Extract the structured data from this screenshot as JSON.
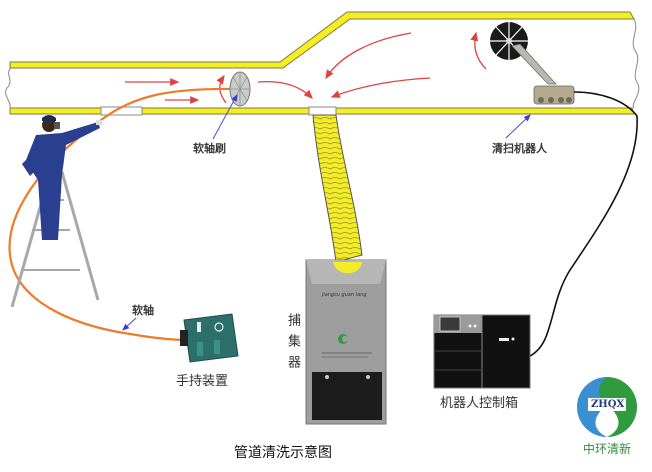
{
  "diagram": {
    "caption": "管道清洗示意图",
    "labels": {
      "flexible_shaft_brush": "软轴刷",
      "cleaning_robot": "清扫机器人",
      "flexible_shaft": "软轴",
      "handheld_device": "手持装置",
      "collector": "捕集器",
      "robot_control_box": "机器人控制箱"
    },
    "collector_panel_text": "jiangsu guan lang",
    "colors": {
      "duct_wall": "#f5ef1f",
      "duct_edge": "#8a8a5a",
      "airflow_arrow": "#e04040",
      "shaft": "#f07a2a",
      "pointer": "#4a4ad8",
      "worker": "#2a3f8f",
      "handheld": "#2d6f6a",
      "collector_body": "#9c9c9c",
      "control_box": "#1a1a1a"
    }
  },
  "logo": {
    "abbr": "ZHQX",
    "name": "中环清新",
    "colors": {
      "left": "#3a8fd0",
      "right": "#2f9a3e"
    }
  }
}
